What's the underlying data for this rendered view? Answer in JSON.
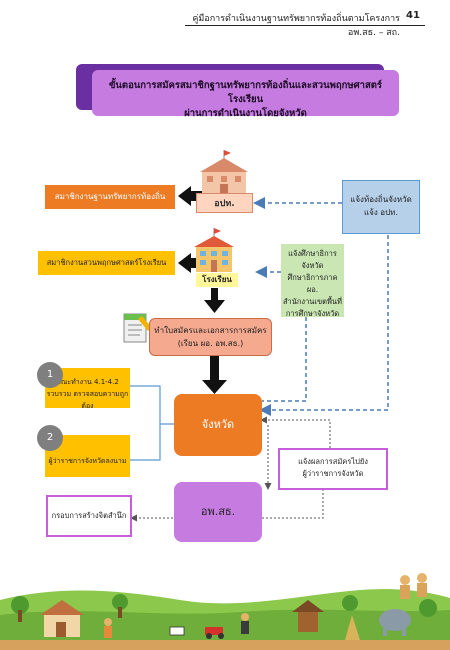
{
  "header": {
    "title": "คู่มือการดำเนินงานฐานทรัพยากรท้องถิ่นตามโครงการ อพ.สธ. – สถ.",
    "page_number": "41"
  },
  "diagram": {
    "title_line1": "ขั้นตอนการสมัครสมาชิกฐานทรัพยากรท้องถิ่นและสวนพฤกษศาสตร์โรงเรียน",
    "title_line2": "ผ่านการดำเนินงานโดยจังหวัด",
    "local_resource_member": "สมาชิกงานฐานทรัพยากรท้องถิ่น",
    "school_garden_member": "สมาชิกงานสวนพฤกษศาสตร์โรงเรียน",
    "lao_label": "อปท.",
    "school_label": "โรงเรียน",
    "notify_lao_line1": "แจ้งท้องถิ่นจังหวัด",
    "notify_lao_line2": "แจ้ง อปท.",
    "notify_school_line1": "แจ้งศึกษาธิการจังหวัด",
    "notify_school_line2": "ศึกษาธิการภาค ผอ.",
    "notify_school_line3": "สำนักงานเขตพื้นที่",
    "notify_school_line4": "การศึกษาจังหวัด",
    "application_line1": "ทำใบสมัครและเอกสารการสมัคร",
    "application_line2": "(เรียน ผอ. อพ.สธ.)",
    "step1_number": "1",
    "step1_line1": "คณะทำงาน 4.1-4.2",
    "step1_line2": "รวบรวม ตรวจสอบความถูกต้อง",
    "step2_number": "2",
    "step2_line1": "ผู้ว่าราชการจังหวัดลงนาม",
    "province_label": "จังหวัด",
    "result_line1": "แจ้งผลการสมัครไปยัง",
    "result_line2": "ผู้ว่าราชการจังหวัด",
    "rspg_label": "อพ.สธ.",
    "certificate_label": "กรอบการสร้างจิตสำนึก"
  },
  "colors": {
    "orange": "#ec7b24",
    "yellow": "#ffc000",
    "purple": "#c57be0",
    "blue": "#b7d0ea",
    "green": "#c9e6b3",
    "dashed_blue": "#4a7ab8"
  }
}
